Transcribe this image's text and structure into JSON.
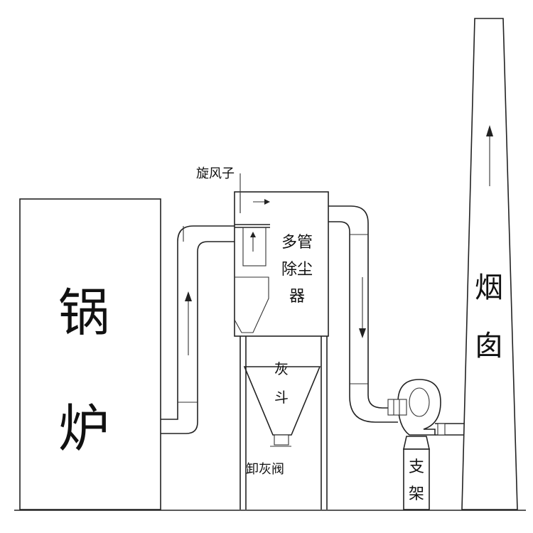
{
  "labels": {
    "boiler_line1": "锅",
    "boiler_line2": "炉",
    "cyclone": "旋风子",
    "collector_line1": "多管",
    "collector_line2": "除尘",
    "collector_line3": "器",
    "hopper_line1": "灰",
    "hopper_line2": "斗",
    "ash_valve": "卸灰阀",
    "support_line1": "支",
    "support_line2": "架",
    "chimney_line1": "烟",
    "chimney_line2": "囱"
  },
  "colors": {
    "stroke": "#222222",
    "background": "#ffffff"
  }
}
